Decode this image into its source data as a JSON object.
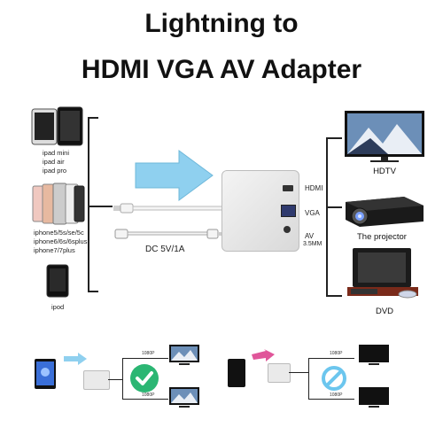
{
  "title": {
    "line1": "Lightning to",
    "line2": "HDMI VGA AV Adapter"
  },
  "devices": [
    {
      "name": "ipads",
      "labels": [
        "ipad mini",
        "ipad air",
        "ipad pro"
      ]
    },
    {
      "name": "iphones",
      "labels": [
        "iphone5/5s/se/5c",
        "iphone6/6s/6splus",
        "iphone7/7plus"
      ]
    },
    {
      "name": "ipod",
      "labels": [
        "ipod"
      ]
    }
  ],
  "adapter": {
    "ports": [
      "HDMI",
      "VGA",
      "AV",
      "3.5MM"
    ],
    "power_label": "DC 5V/1A"
  },
  "outputs": [
    "HDTV",
    "The projector",
    "DVD"
  ],
  "bottom": {
    "left": {
      "res_top": "1080P",
      "res_bottom": "1080P",
      "status": "supported"
    },
    "right": {
      "res_top": "1080P",
      "res_bottom": "1080P",
      "status": "not-supported"
    }
  },
  "colors": {
    "arrow": "#8fd0ef",
    "arrow_pink": "#e0569a",
    "check": "#2bb673",
    "prohibit": "#6cc6ee",
    "adapter": "#e6e6e6"
  },
  "icons": [
    "ipad-icon",
    "iphone-icon",
    "ipod-icon",
    "tv-icon",
    "projector-icon",
    "dvd-icon",
    "check-icon",
    "prohibit-icon"
  ]
}
